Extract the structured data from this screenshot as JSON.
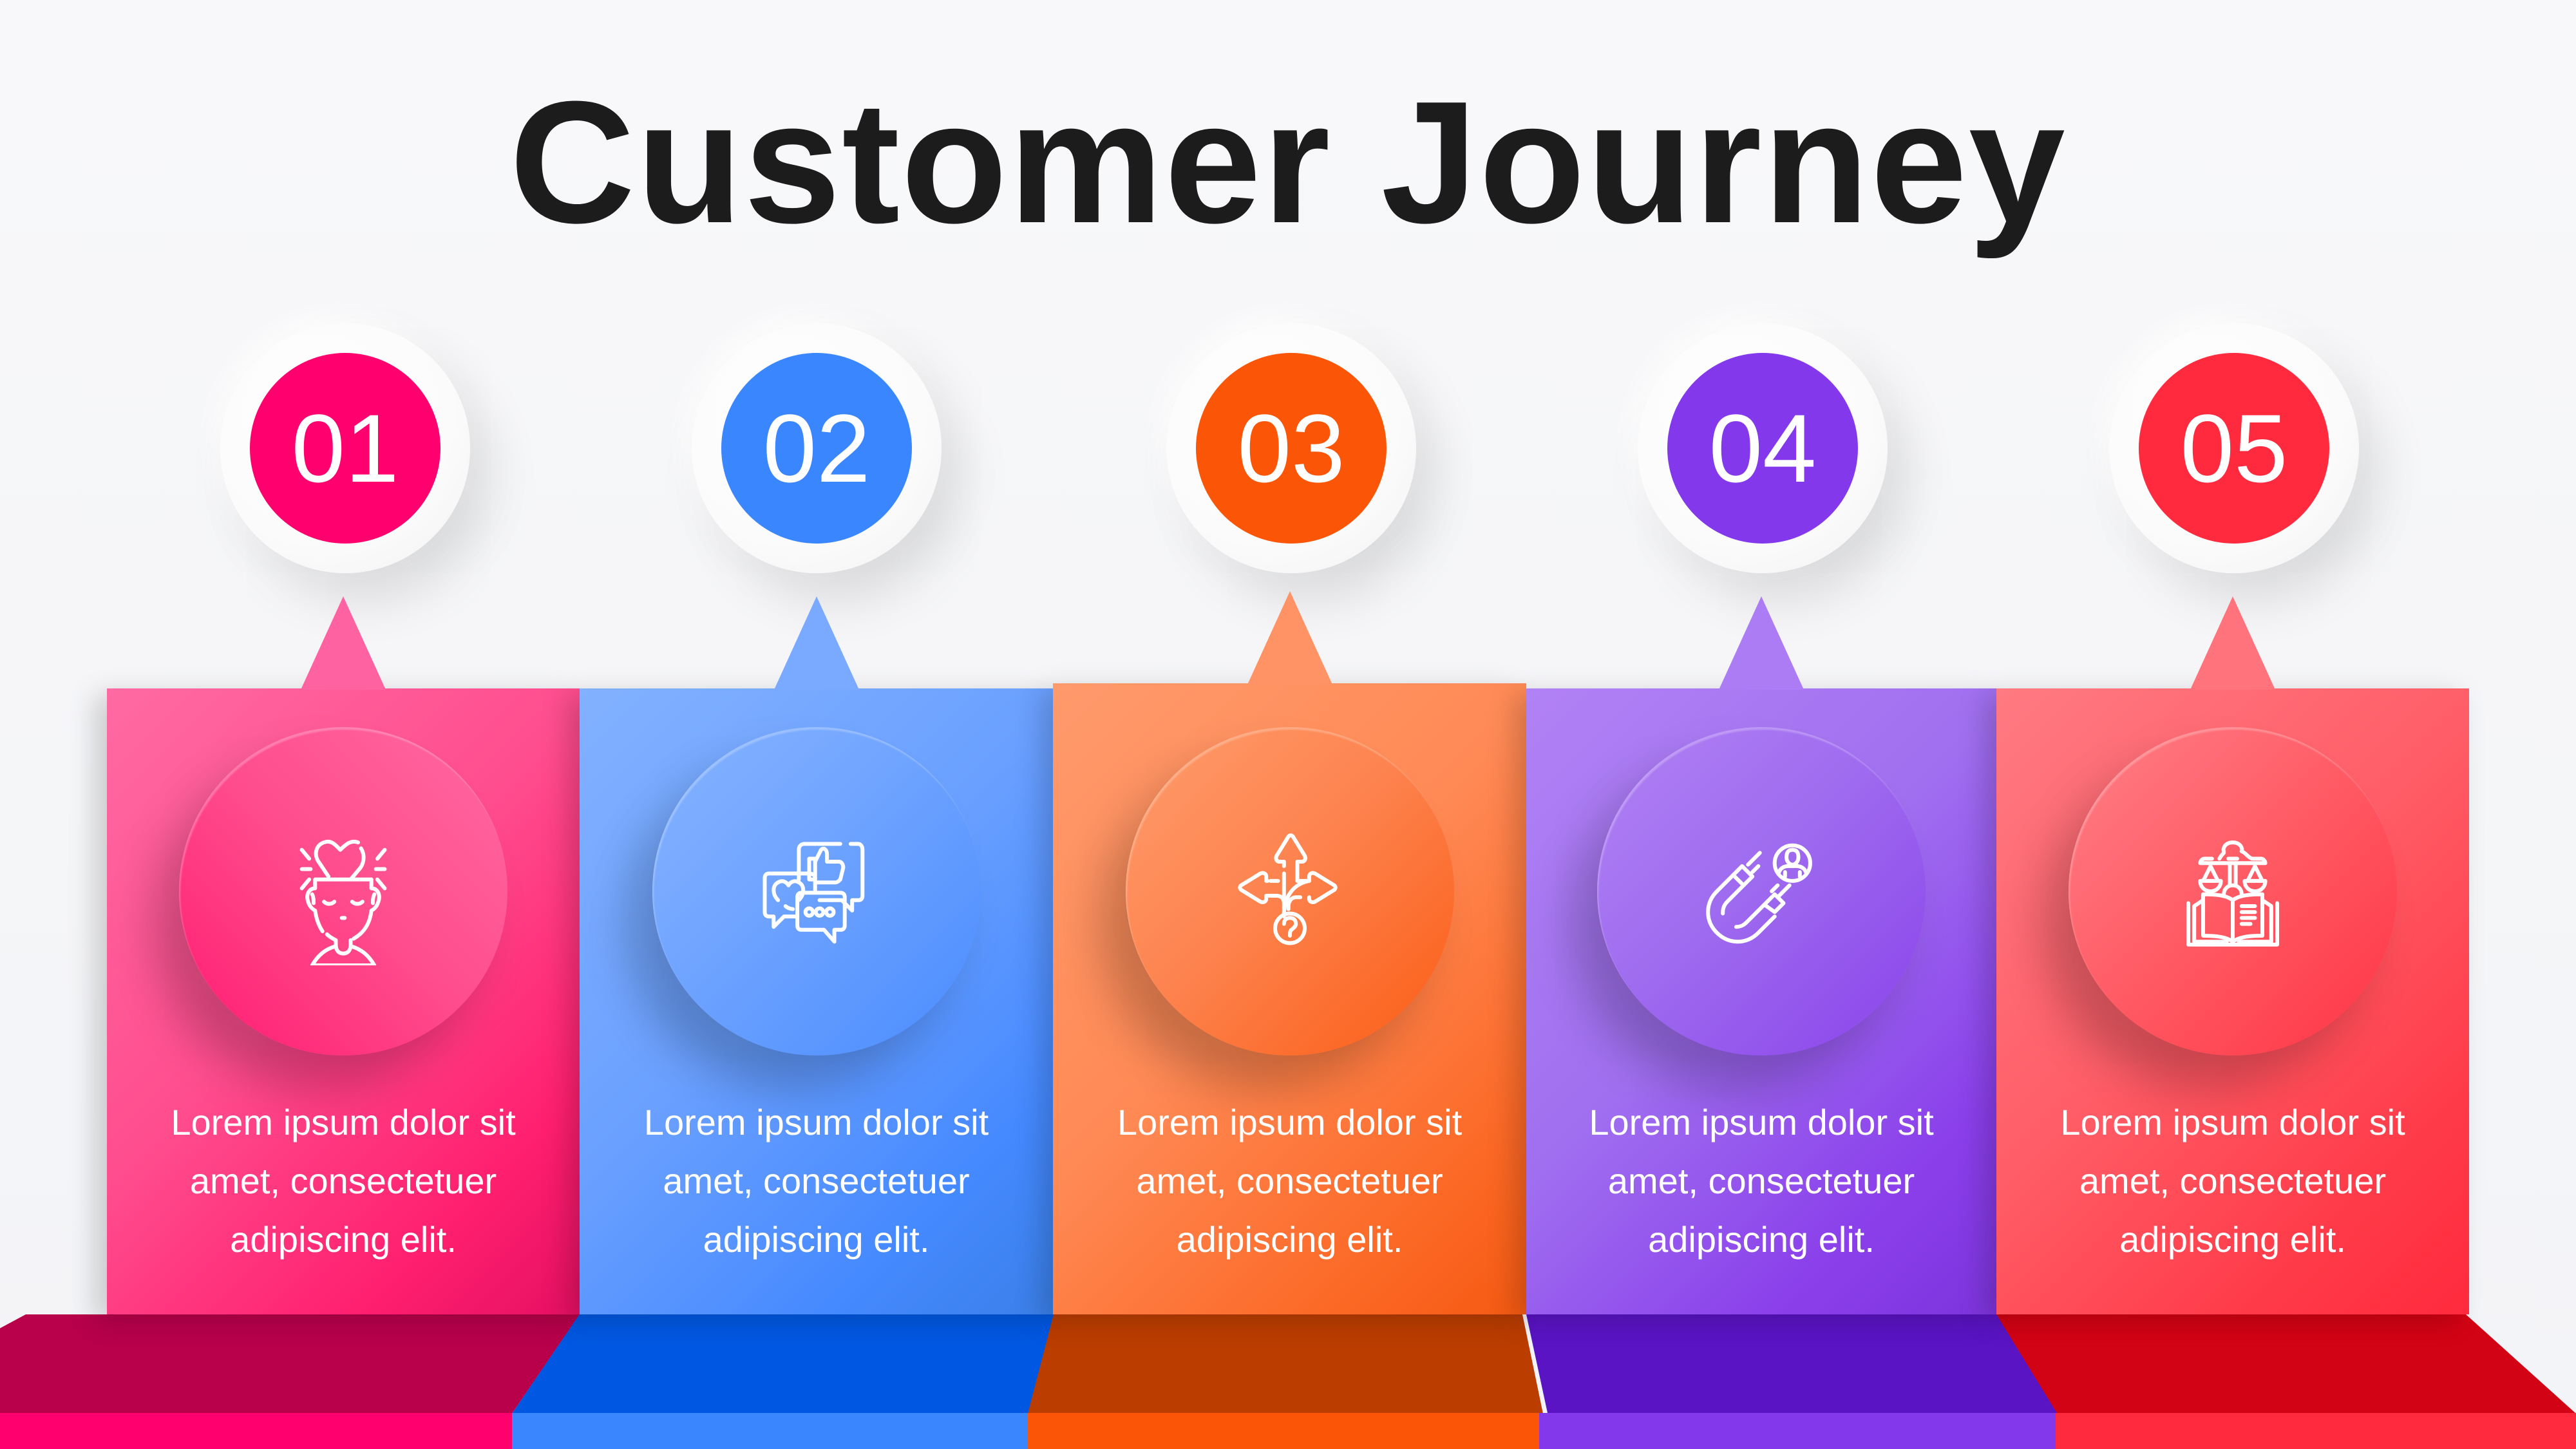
{
  "title": "Customer Journey",
  "steps": [
    {
      "number": "01",
      "icon": "heart-mind-person-icon",
      "lines": [
        "Lorem ipsum dolor sit",
        "amet, consectetuer",
        "adipiscing elit."
      ],
      "colors": {
        "badge": "#ff006e",
        "card_light": "#ff6aa2",
        "card_dark": "#ff1f6e",
        "base_dark": "#b5004a",
        "base_bright": "#ff006e"
      }
    },
    {
      "number": "02",
      "icon": "chat-bubbles-feedback-icon",
      "lines": [
        "Lorem ipsum dolor sit",
        "amet, consectetuer",
        "adipiscing elit."
      ],
      "colors": {
        "badge": "#3a86ff",
        "card_light": "#82b1ff",
        "card_dark": "#3f86ff",
        "base_dark": "#0057e0",
        "base_bright": "#3a86ff"
      }
    },
    {
      "number": "03",
      "icon": "crossroads-decision-question-icon",
      "lines": [
        "Lorem ipsum dolor sit",
        "amet, consectetuer",
        "adipiscing elit."
      ],
      "colors": {
        "badge": "#fb5607",
        "card_light": "#ff9a6c",
        "card_dark": "#fb5c14",
        "base_dark": "#b83c00",
        "base_bright": "#fb5607"
      }
    },
    {
      "number": "04",
      "icon": "magnet-attract-customer-icon",
      "lines": [
        "Lorem ipsum dolor sit",
        "amet, consectetuer",
        "adipiscing elit."
      ],
      "colors": {
        "badge": "#8338ec",
        "card_light": "#b182f5",
        "card_dark": "#8a3fea",
        "base_dark": "#5a12c4",
        "base_bright": "#8338ec"
      }
    },
    {
      "number": "05",
      "icon": "law-scales-book-icon",
      "lines": [
        "Lorem ipsum dolor sit",
        "amet, consectetuer",
        "adipiscing elit."
      ],
      "colors": {
        "badge": "#ff2a3d",
        "card_light": "#ff7a82",
        "card_dark": "#ff2a3d",
        "base_dark": "#d00014",
        "base_bright": "#ff2a3d"
      }
    }
  ]
}
